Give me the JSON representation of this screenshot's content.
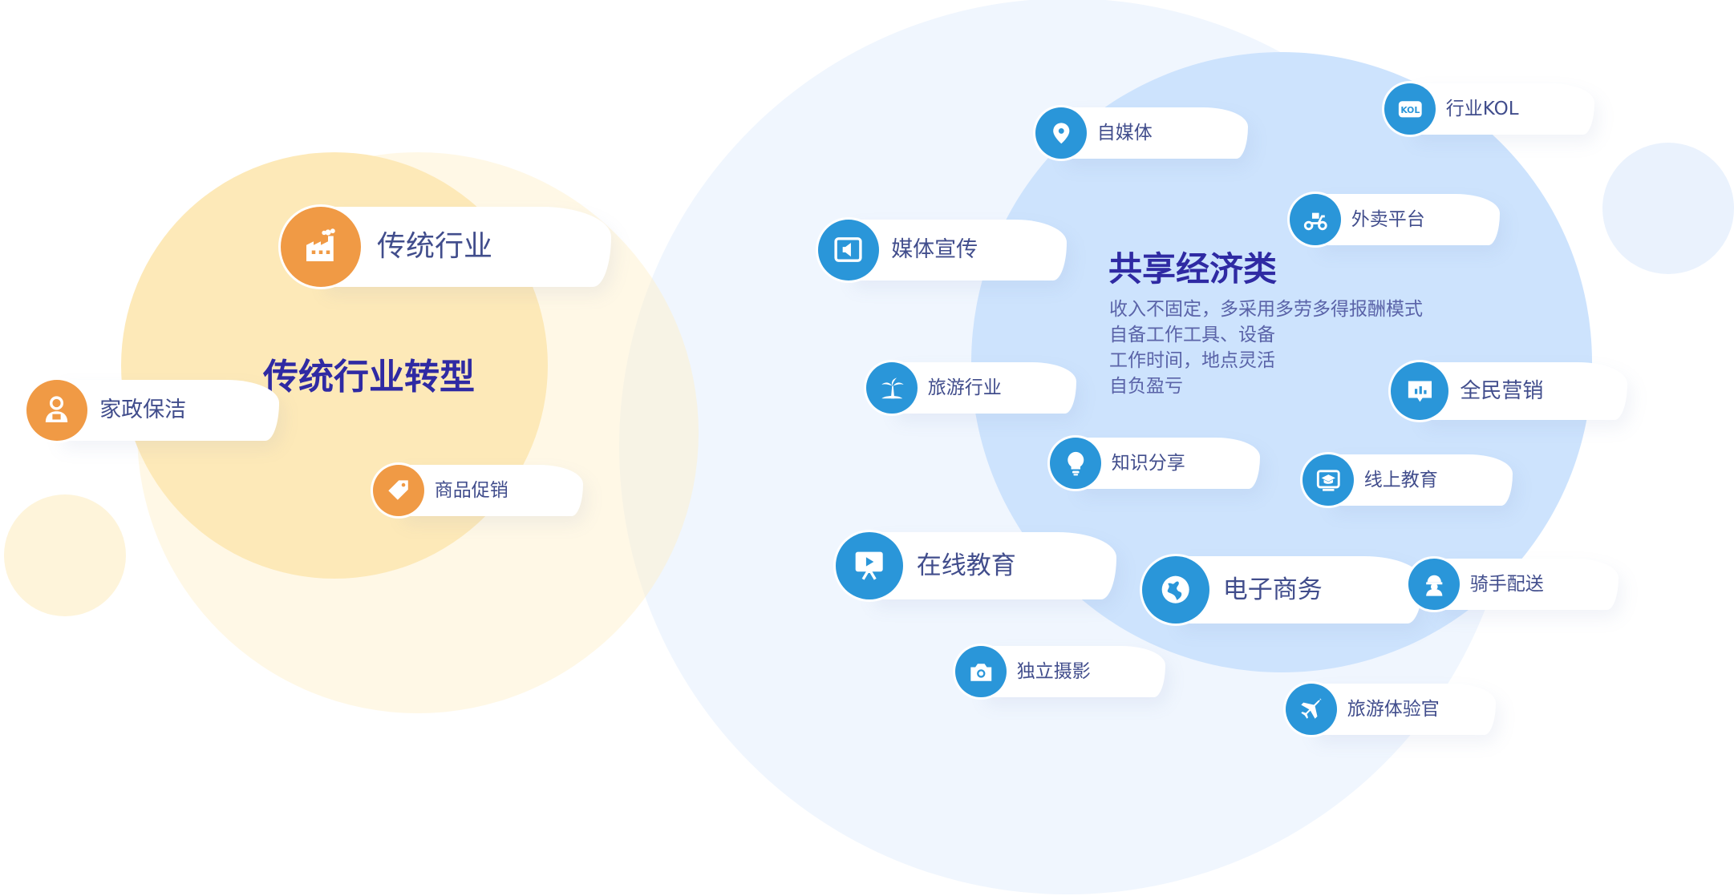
{
  "left_group": {
    "title": "传统行业转型",
    "tags": {
      "traditional": "传统行业",
      "housekeeping": "家政保洁",
      "promotion": "商品促销"
    }
  },
  "right_group": {
    "title": "共享经济类",
    "description": [
      "收入不固定，多采用多劳多得报酬模式",
      "自备工作工具、设备",
      "工作时间，地点灵活",
      "自负盈亏"
    ],
    "tags": {
      "we_media": "自媒体",
      "kol": "行业KOL",
      "kol_icon_text": "KOL",
      "takeout": "外卖平台",
      "media_promo": "媒体宣传",
      "tourism_industry": "旅游行业",
      "all_marketing": "全民营销",
      "knowledge": "知识分享",
      "online_edu_small": "线上教育",
      "online_edu_big": "在线教育",
      "ecommerce": "电子商务",
      "rider": "骑手配送",
      "photography": "独立摄影",
      "travel_tester": "旅游体验官"
    }
  },
  "colors": {
    "title": "#2f2aa3",
    "label": "#414d8c",
    "orange_icon": "#f09a45",
    "blue_icon": "#2a96d9",
    "blue_circle": "#cde3fd",
    "yellow_circle": "#fde9b8"
  },
  "icons": {
    "traditional": "factory-icon",
    "housekeeping": "cleaner-person-icon",
    "promotion": "price-tag-icon",
    "we_media": "broadcast-pin-icon",
    "kol": "kol-badge-icon",
    "takeout": "scooter-icon",
    "media_promo": "megaphone-screen-icon",
    "tourism_industry": "palm-island-icon",
    "all_marketing": "chart-board-icon",
    "knowledge": "lightbulb-icon",
    "online_edu_small": "graduation-screen-icon",
    "online_edu_big": "presentation-play-icon",
    "ecommerce": "globe-icon",
    "rider": "delivery-rider-icon",
    "photography": "camera-icon",
    "travel_tester": "airplane-icon"
  }
}
